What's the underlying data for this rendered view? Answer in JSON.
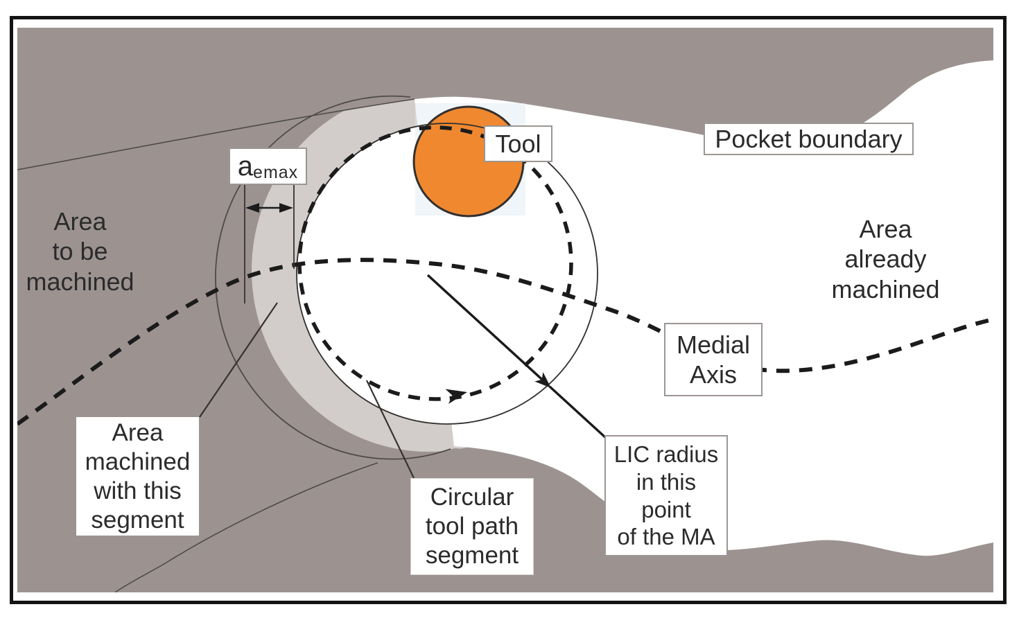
{
  "figure": {
    "labels": {
      "area_to_be_machined": "Area\nto be\nmachined",
      "a_emax_base": "a",
      "a_emax_sub": "emax",
      "tool": "Tool",
      "pocket_boundary": "Pocket boundary",
      "area_already_machined": "Area\nalready\nmachined",
      "medial_axis": "Medial\nAxis",
      "area_machined_with_segment": "Area\nmachined\nwith this\nsegment",
      "circular_tool_path": "Circular\ntool path\nsegment",
      "lic_radius": "LIC radius\nin this\npoint\nof the MA"
    },
    "colors": {
      "material_gray": "#9c9391",
      "stepover_light_gray": "#d2cdca",
      "machined_white": "#ffffff",
      "tool_orange": "#f08830",
      "tool_outline": "#33302e",
      "line_dark": "#1b1b1b",
      "thin_line": "#4e4a48",
      "frame_black": "#141414",
      "box_border": "#9b9693",
      "text": "#2b2b2b",
      "tool_halo_blue": "#dde9f2"
    }
  }
}
